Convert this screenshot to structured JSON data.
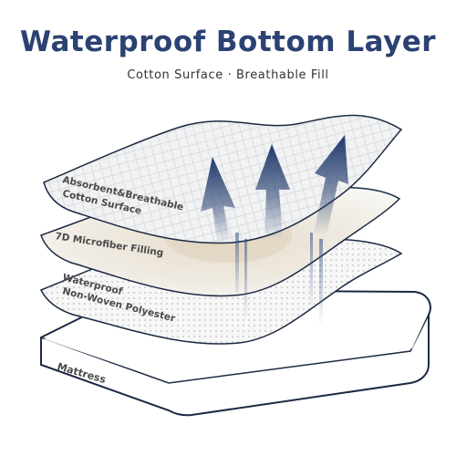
{
  "header": {
    "title": "Waterproof Bottom Layer",
    "subtitle": "Cotton Surface · Breathable Fill"
  },
  "layers": {
    "cotton_line1": "Absorbent&Breathable",
    "cotton_line2": "Cotton Surface",
    "fiber": "7D Microfiber Filling",
    "waterproof_line1": "Waterproof",
    "waterproof_line2": "Non-Woven Polyester",
    "mattress": "Mattress"
  },
  "colors": {
    "title": "#2b4272",
    "subtitle": "#333333",
    "arrow": "#1f3a6b",
    "label": "#4a4a4a",
    "edge": "#1d2a44"
  },
  "icons": {
    "airflow": "upward-arrow-icon"
  }
}
